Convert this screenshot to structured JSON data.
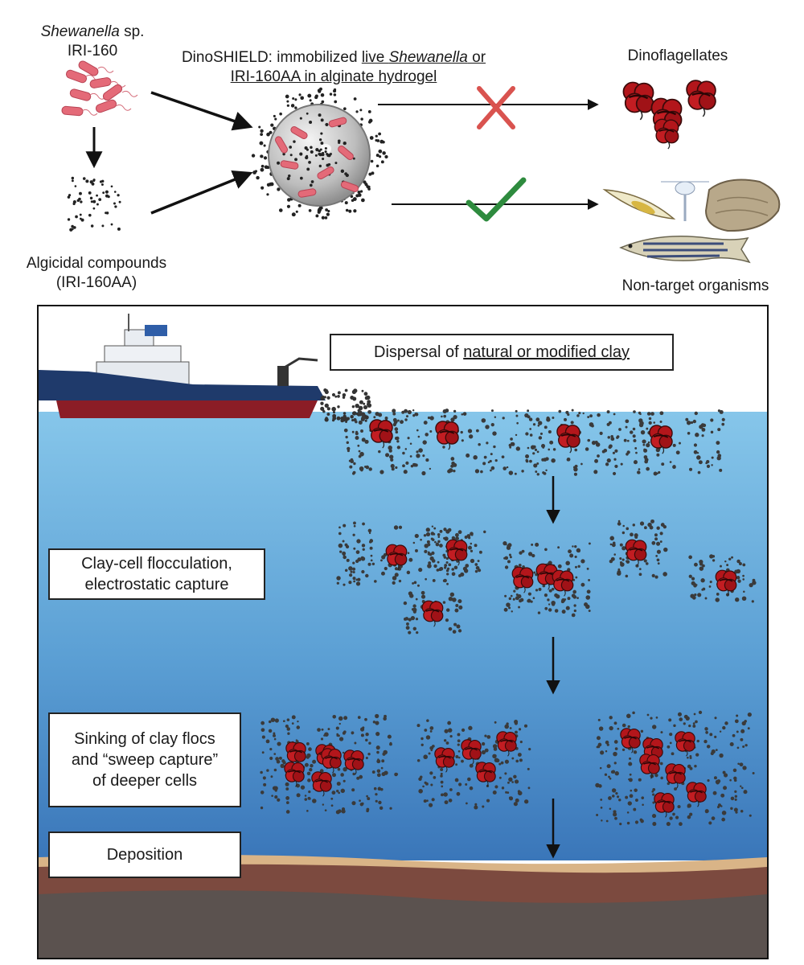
{
  "top": {
    "source": {
      "organism": "Shewanella",
      "suffix": " sp.",
      "strain": "IRI-160"
    },
    "compounds": {
      "line1": "Algicidal compounds",
      "line2": "(IRI-160AA)"
    },
    "dinoshield": {
      "prefix": "DinoSHIELD: immobilized ",
      "u1": "live ",
      "u1_italic": "Shewanella",
      "mid": " or",
      "line2": "IRI-160AA in alginate hydrogel"
    },
    "target_label": "Dinoflagellates",
    "nontarget_label": "Non-target organisms"
  },
  "bottom": {
    "dispersal": {
      "prefix": "Dispersal of ",
      "underlined": "natural or modified clay"
    },
    "flocculation": {
      "line1": "Clay-cell flocculation,",
      "line2": "electrostatic capture"
    },
    "sinking": {
      "line1": "Sinking of clay flocs",
      "line2": "and “sweep capture”",
      "line3": "of deeper cells"
    },
    "deposition": "Deposition"
  },
  "colors": {
    "bacteria": "#e46a78",
    "cross": "#d9534f",
    "check": "#2e8b3e",
    "dino": "#b3161b",
    "water_top": "#7fbfe6",
    "water_bottom": "#3f7fbf",
    "sediment": "#8b5a4a"
  },
  "icons": [
    "bacteria-icon",
    "hydrogel-bead-icon",
    "cross-icon",
    "check-icon",
    "dinoflagellate-icon",
    "diatom-icon",
    "copepod-icon",
    "oyster-icon",
    "fish-icon",
    "ship-icon",
    "arrow-icon"
  ]
}
